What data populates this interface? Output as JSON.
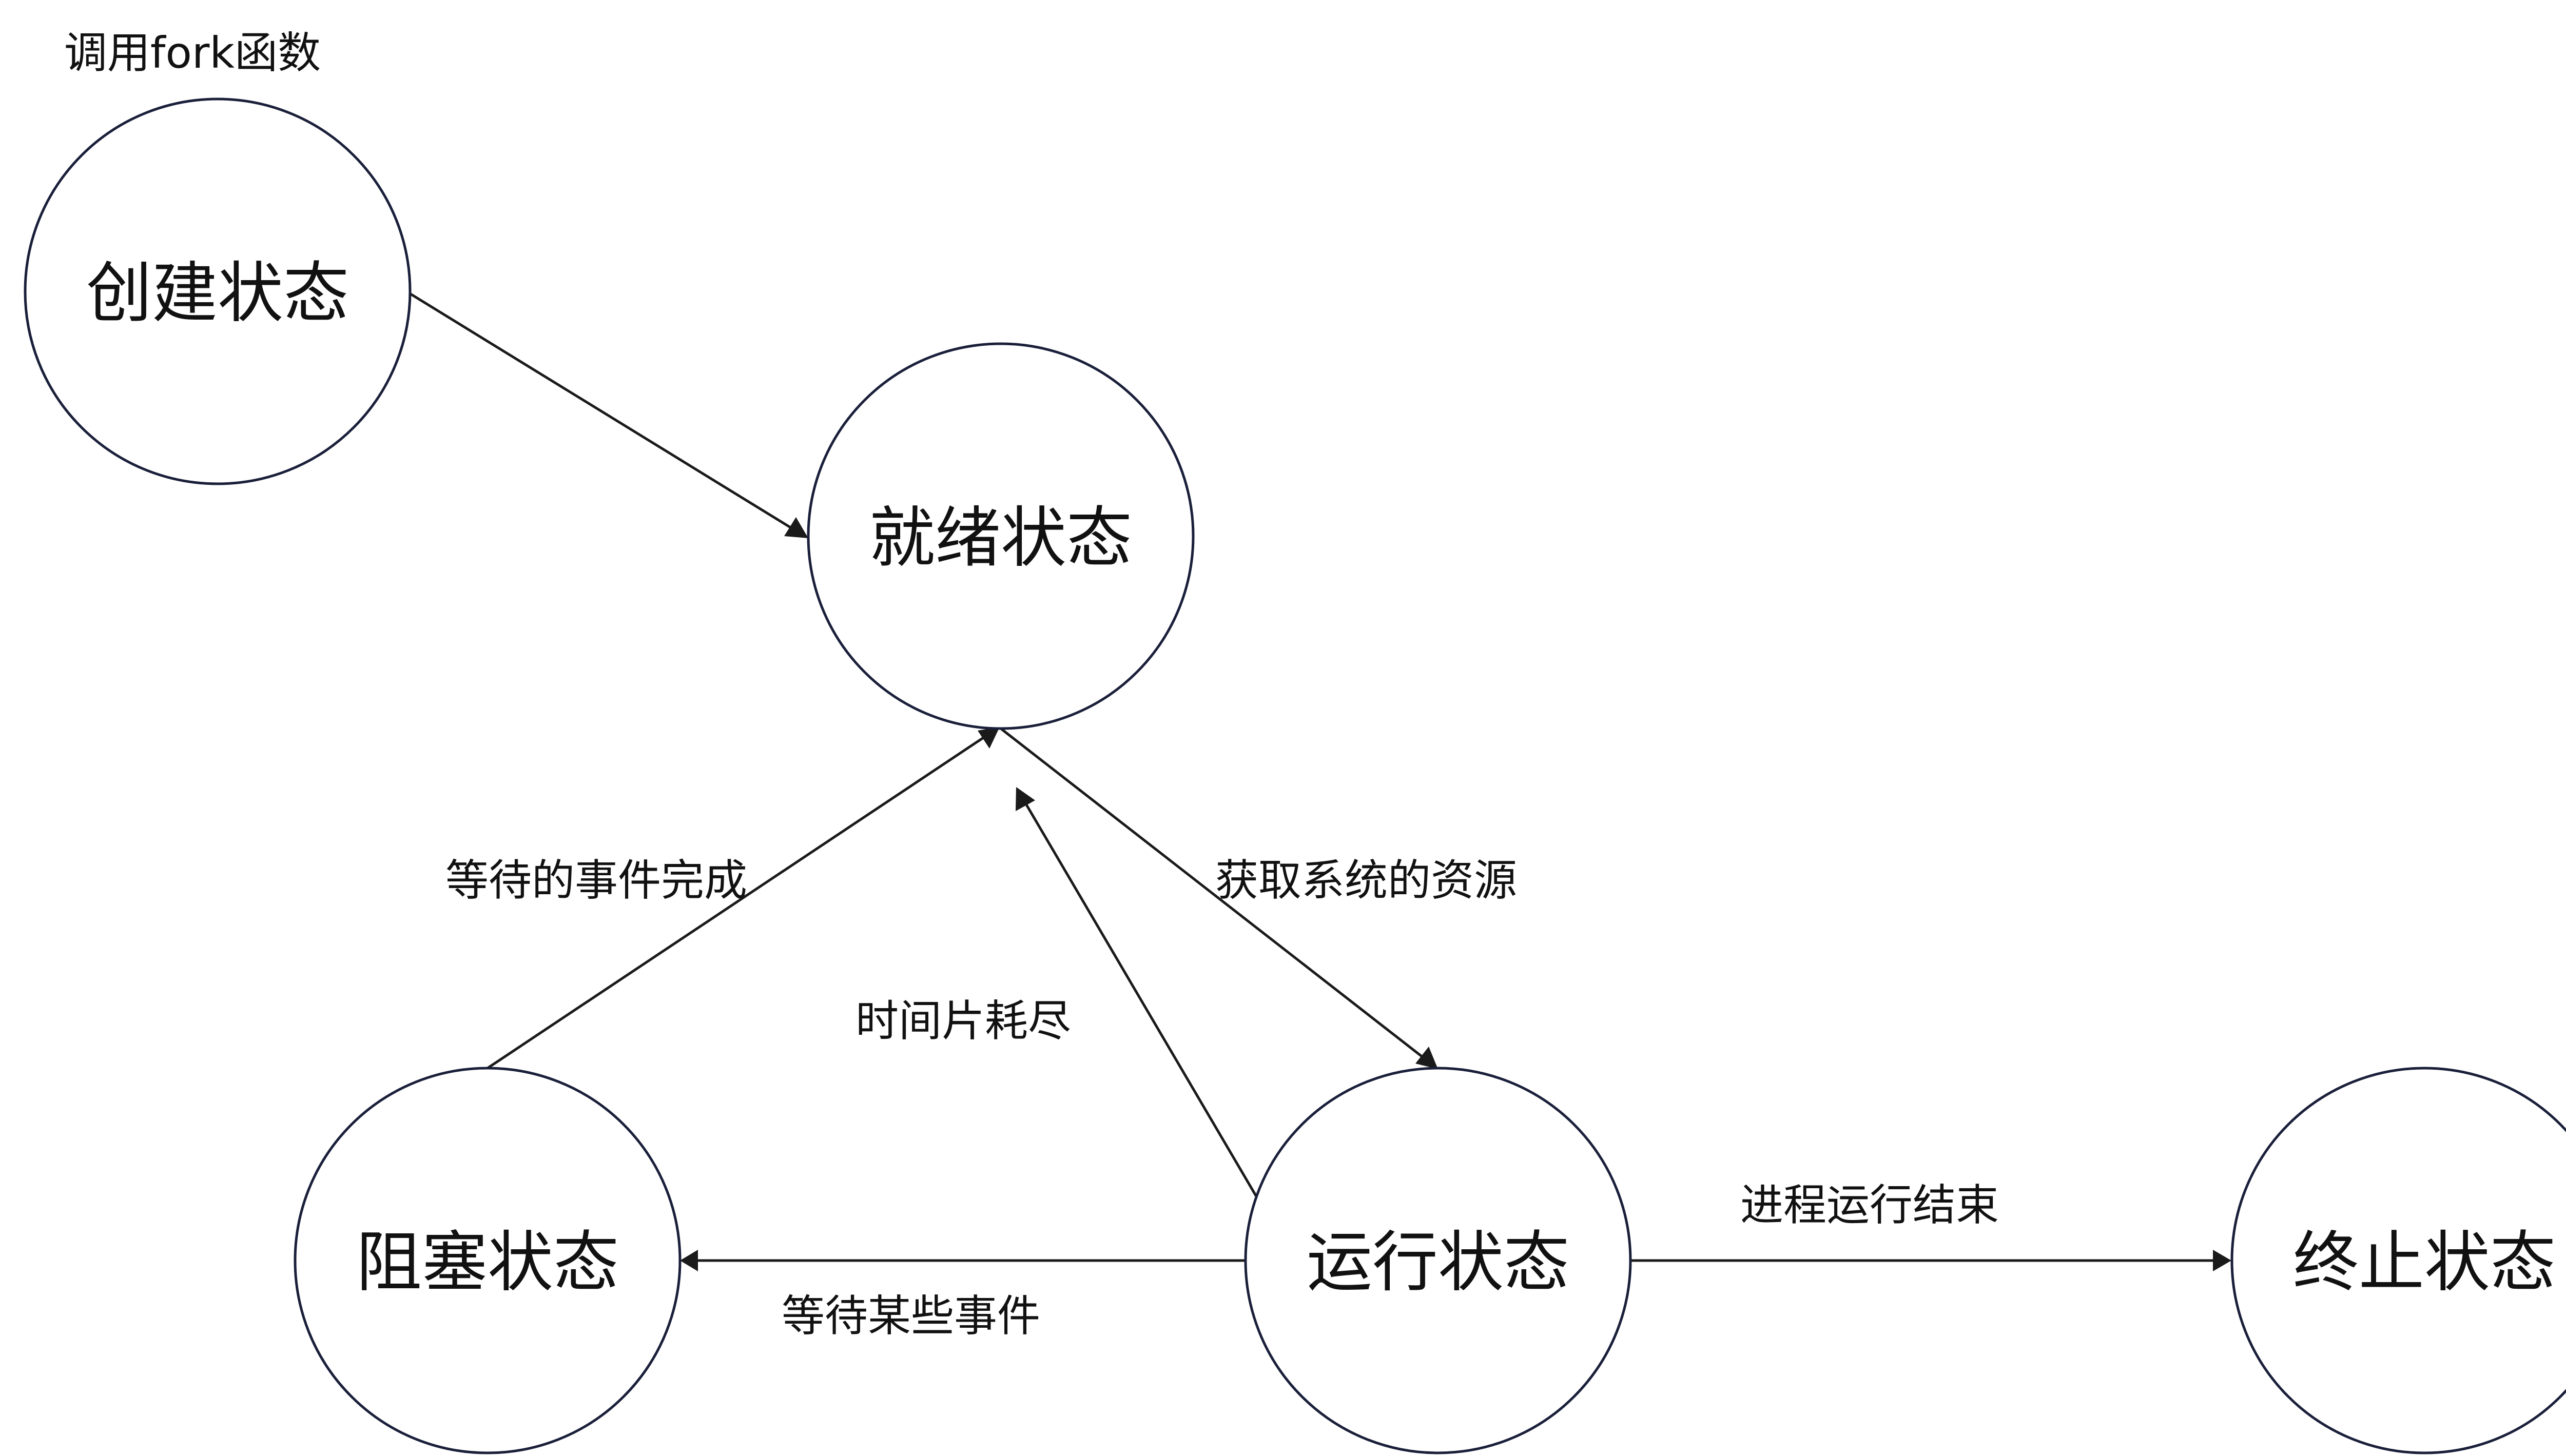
{
  "diagram": {
    "top_note": "调用fork函数",
    "states": {
      "create": "创建状态",
      "ready": "就绪状态",
      "blocked": "阻塞状态",
      "running": "运行状态",
      "terminated": "终止状态"
    },
    "transitions": {
      "create_to_ready": "",
      "ready_to_running": "获取系统的资源",
      "running_to_ready": "时间片耗尽",
      "blocked_to_ready": "等待的事件完成",
      "running_to_blocked": "等待某些事件",
      "running_to_terminated": "进程运行结束"
    }
  }
}
